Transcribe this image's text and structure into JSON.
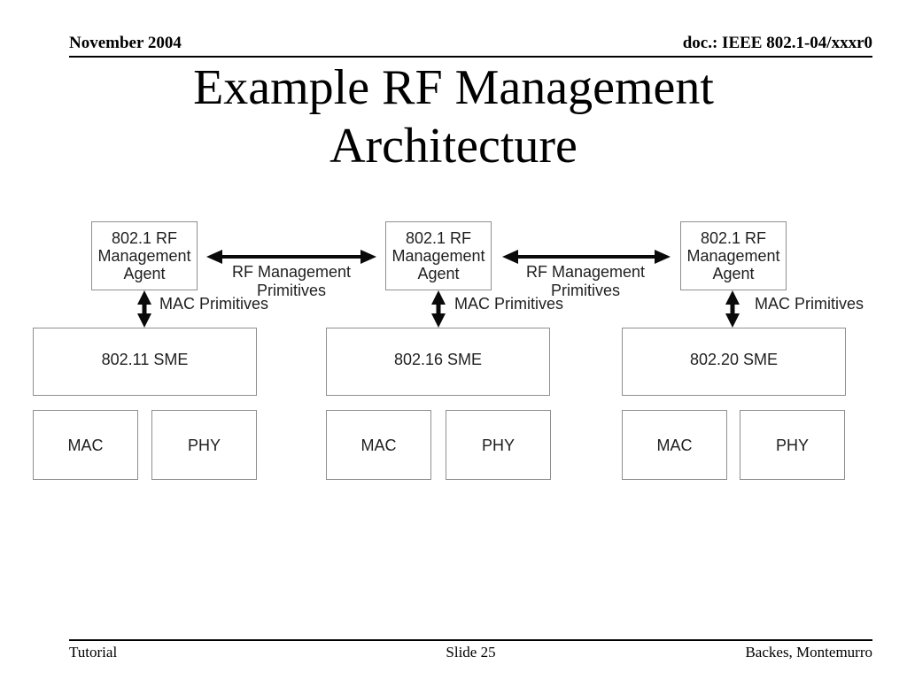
{
  "header": {
    "date": "November 2004",
    "doc_id": "doc.: IEEE 802.1-04/xxxr0"
  },
  "title": "Example RF Management Architecture",
  "diagram": {
    "columns": [
      {
        "agent": "802.1 RF Management Agent",
        "mac_primitives": "MAC Primitives",
        "sme": "802.11 SME",
        "mac": "MAC",
        "phy": "PHY"
      },
      {
        "agent": "802.1 RF Management Agent",
        "mac_primitives": "MAC Primitives",
        "sme": "802.16 SME",
        "mac": "MAC",
        "phy": "PHY"
      },
      {
        "agent": "802.1 RF Management Agent",
        "mac_primitives": "MAC Primitives",
        "sme": "802.20 SME",
        "mac": "MAC",
        "phy": "PHY"
      }
    ],
    "links": [
      {
        "label": "RF Management Primitives"
      },
      {
        "label": "RF Management Primitives"
      }
    ]
  },
  "footer": {
    "left": "Tutorial",
    "center": "Slide 25",
    "right": "Backes, Montemurro"
  },
  "colors": {
    "line": "#000000",
    "box_border": "#8f8f8f",
    "text": "#1f1f1f"
  }
}
